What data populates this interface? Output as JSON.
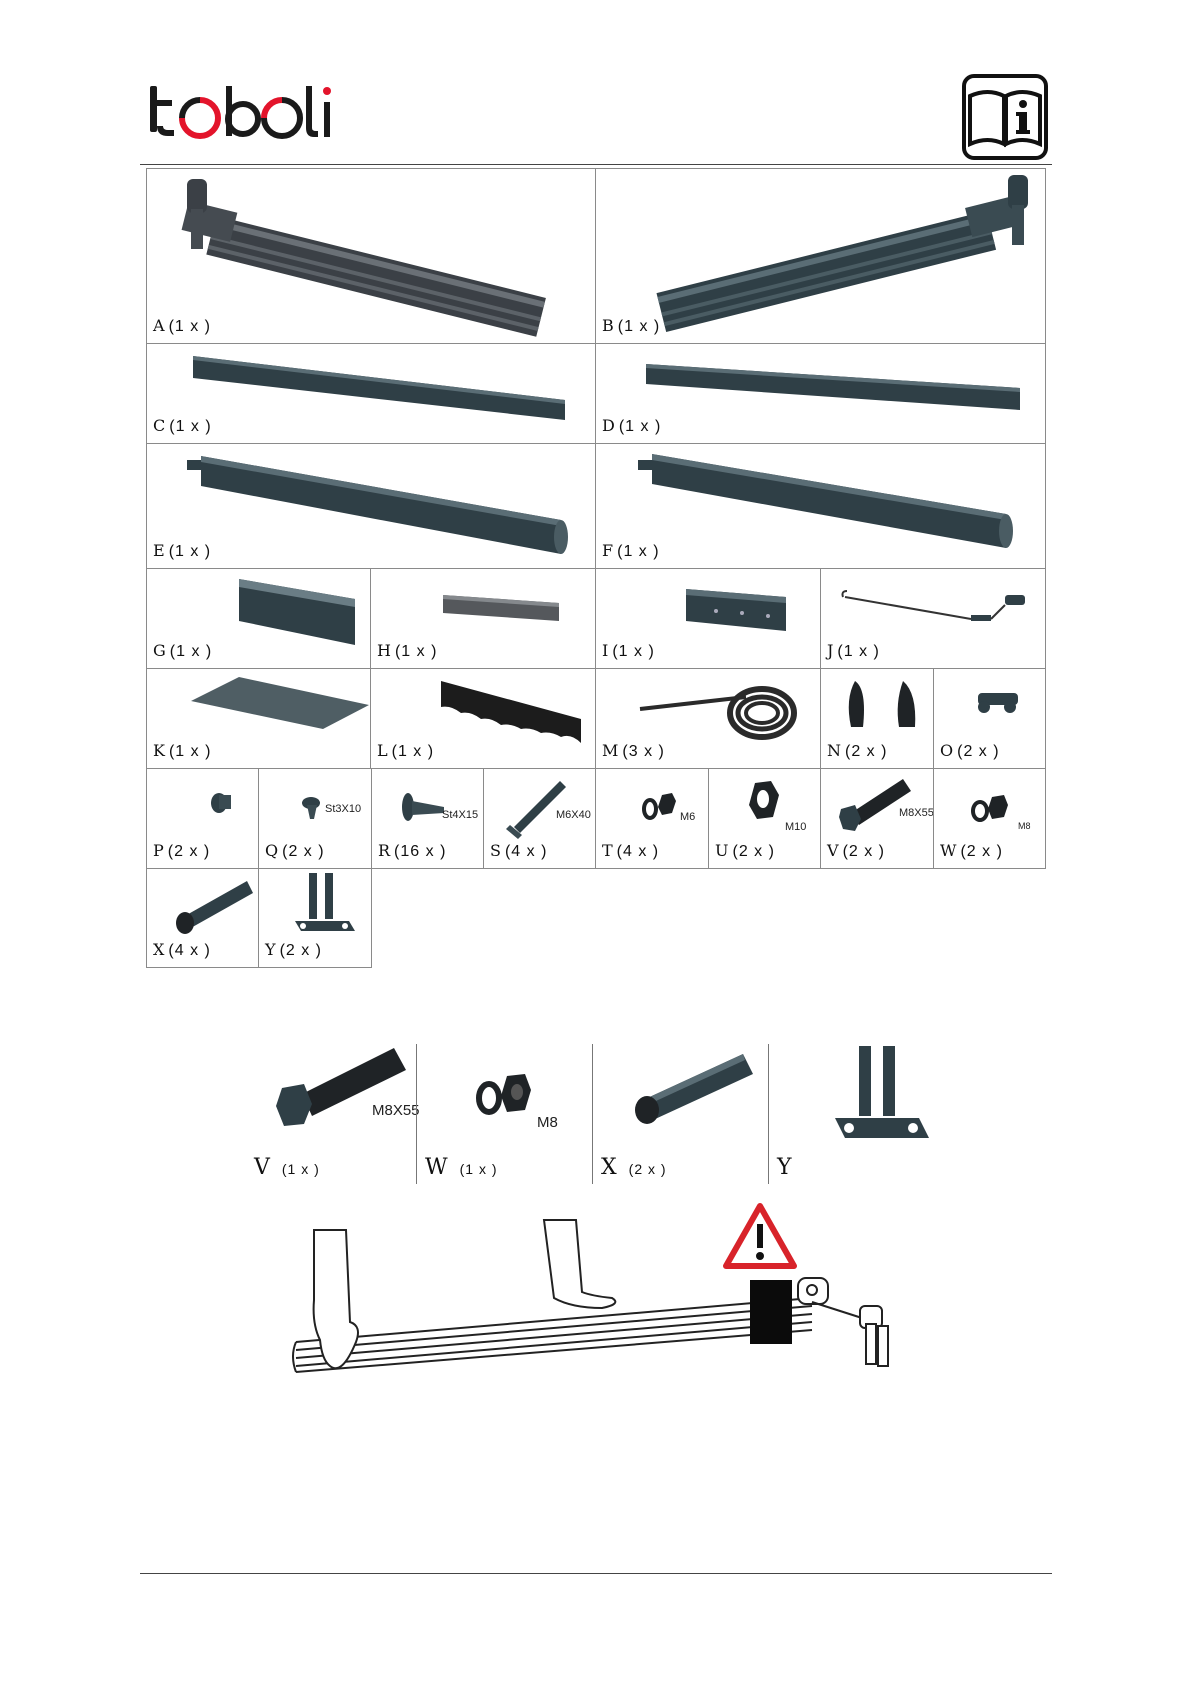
{
  "brand": {
    "name": "toboli",
    "letters": [
      "t",
      "o",
      "b",
      "o",
      "l",
      "i"
    ],
    "dark_color": "#1a1a1a",
    "accent_color": "#e3142b"
  },
  "header": {
    "manual_icon": "info-book-icon"
  },
  "parts": [
    {
      "letter": "A",
      "qty": "(1 x )"
    },
    {
      "letter": "B",
      "qty": "(1 x )"
    },
    {
      "letter": "C",
      "qty": "(1 x )"
    },
    {
      "letter": "D",
      "qty": "(1 x )"
    },
    {
      "letter": "E",
      "qty": "(1 x )"
    },
    {
      "letter": "F",
      "qty": "(1 x )"
    },
    {
      "letter": "G",
      "qty": "(1 x )"
    },
    {
      "letter": "H",
      "qty": "(1 x )"
    },
    {
      "letter": "I",
      "qty": "(1 x )"
    },
    {
      "letter": "J",
      "qty": "(1 x )"
    },
    {
      "letter": "K",
      "qty": "(1 x )"
    },
    {
      "letter": "L",
      "qty": "(1 x )"
    },
    {
      "letter": "M",
      "qty": "(3 x )"
    },
    {
      "letter": "N",
      "qty": "(2 x )"
    },
    {
      "letter": "O",
      "qty": "(2 x )"
    },
    {
      "letter": "P",
      "qty": "(2 x )"
    },
    {
      "letter": "Q",
      "qty": "(2 x )",
      "spec": "St3X10"
    },
    {
      "letter": "R",
      "qty": "(16 x )",
      "spec": "St4X15"
    },
    {
      "letter": "S",
      "qty": "(4 x )",
      "spec": "M6X40"
    },
    {
      "letter": "T",
      "qty": "(4 x )",
      "spec": "M6"
    },
    {
      "letter": "U",
      "qty": "(2 x )",
      "spec": "M10"
    },
    {
      "letter": "V",
      "qty": "(2 x )",
      "spec": "M8X55"
    },
    {
      "letter": "W",
      "qty": "(2 x )",
      "spec": "M8"
    },
    {
      "letter": "X",
      "qty": "(4 x )"
    },
    {
      "letter": "Y",
      "qty": "(2 x )"
    }
  ],
  "detail": [
    {
      "letter": "V",
      "qty": "(1 x )",
      "spec": "M8X55"
    },
    {
      "letter": "W",
      "qty": "(1 x )",
      "spec": "M8"
    },
    {
      "letter": "X",
      "qty": "(2 x )"
    },
    {
      "letter": "Y",
      "qty": ""
    }
  ],
  "warning": {
    "icon": "warning-triangle-icon",
    "color": "#d8232a"
  },
  "colors": {
    "part_fill": "#2f3f46",
    "part_highlight": "#5a6d75",
    "frame_fill": "#3b4046"
  }
}
